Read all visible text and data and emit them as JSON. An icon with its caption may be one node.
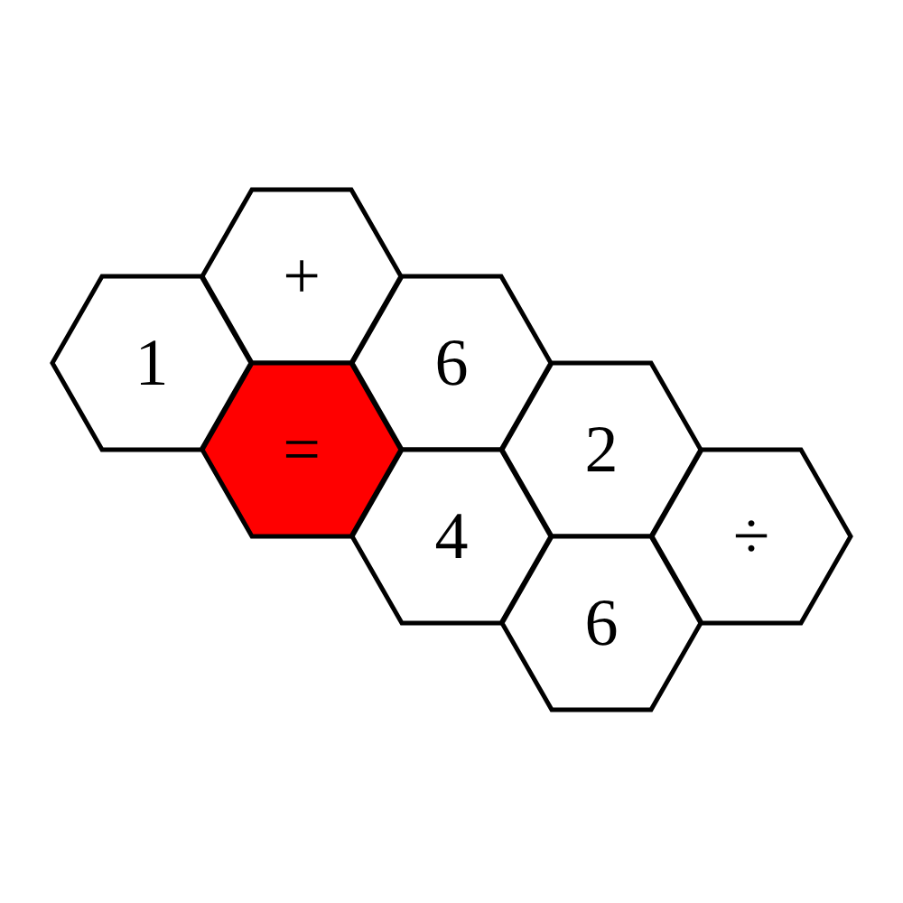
{
  "diagram": {
    "nodes": [
      {
        "text": [
          "+"
        ]
      },
      {
        "text": [
          "1"
        ]
      },
      {
        "text": [
          "6"
        ]
      },
      {
        "text": [
          "="
        ]
      },
      {
        "text": [
          "2"
        ]
      },
      {
        "text": [
          "4"
        ]
      },
      {
        "text": [
          "÷"
        ]
      },
      {
        "text": [
          "6"
        ]
      }
    ]
  }
}
